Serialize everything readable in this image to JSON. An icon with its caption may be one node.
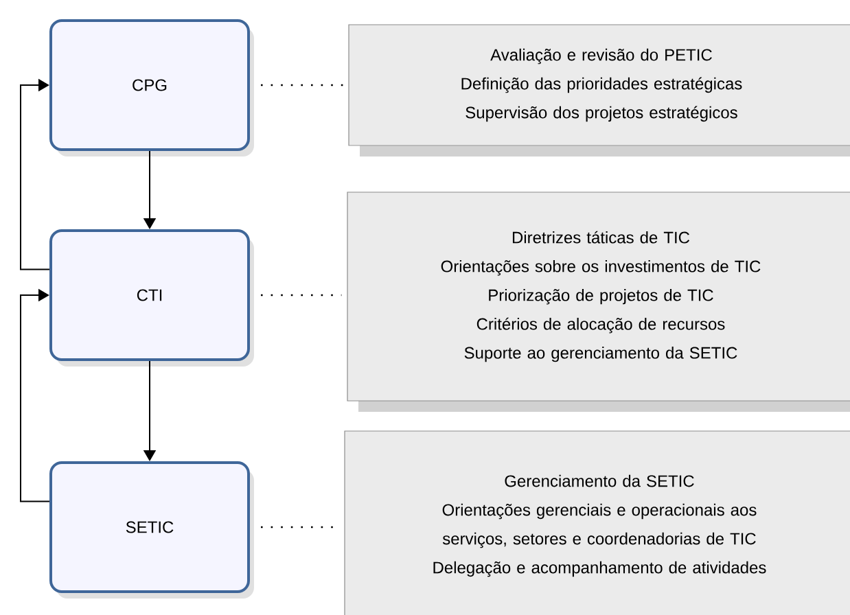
{
  "diagram": {
    "nodes": [
      {
        "text": [
          "CPG"
        ]
      },
      {
        "text": [
          "CTI"
        ]
      },
      {
        "text": [
          "SETIC"
        ]
      },
      {
        "text": [
          "Avaliação e revisão do PETIC",
          "Definição das prioridades estratégicas",
          "Supervisão dos projetos estratégicos"
        ]
      },
      {
        "text": [
          "Diretrizes táticas de TIC",
          "Orientações sobre os investimentos de TIC",
          "Priorização de projetos de TIC",
          "Critérios de alocação de recursos",
          "Suporte ao gerenciamento da SETIC"
        ]
      },
      {
        "text": [
          "Gerenciamento da SETIC",
          "Orientações gerenciais e operacionais aos serviços, setores e coordenadorias de TIC",
          "Delegação e acompanhamento de atividades"
        ]
      }
    ],
    "edges": [
      {
        "from": 0,
        "to": 1,
        "arrow": "to"
      },
      {
        "from": 1,
        "to": 2,
        "arrow": "to"
      },
      {
        "from": 1,
        "to": 0,
        "arrow": "to"
      },
      {
        "from": 2,
        "to": 1,
        "arrow": "to"
      },
      {
        "from": 0,
        "to": 3,
        "arrow": "none",
        "style": "dashed"
      },
      {
        "from": 1,
        "to": 4,
        "arrow": "none",
        "style": "dashed"
      },
      {
        "from": 2,
        "to": 5,
        "arrow": "none",
        "style": "dashed"
      }
    ]
  }
}
